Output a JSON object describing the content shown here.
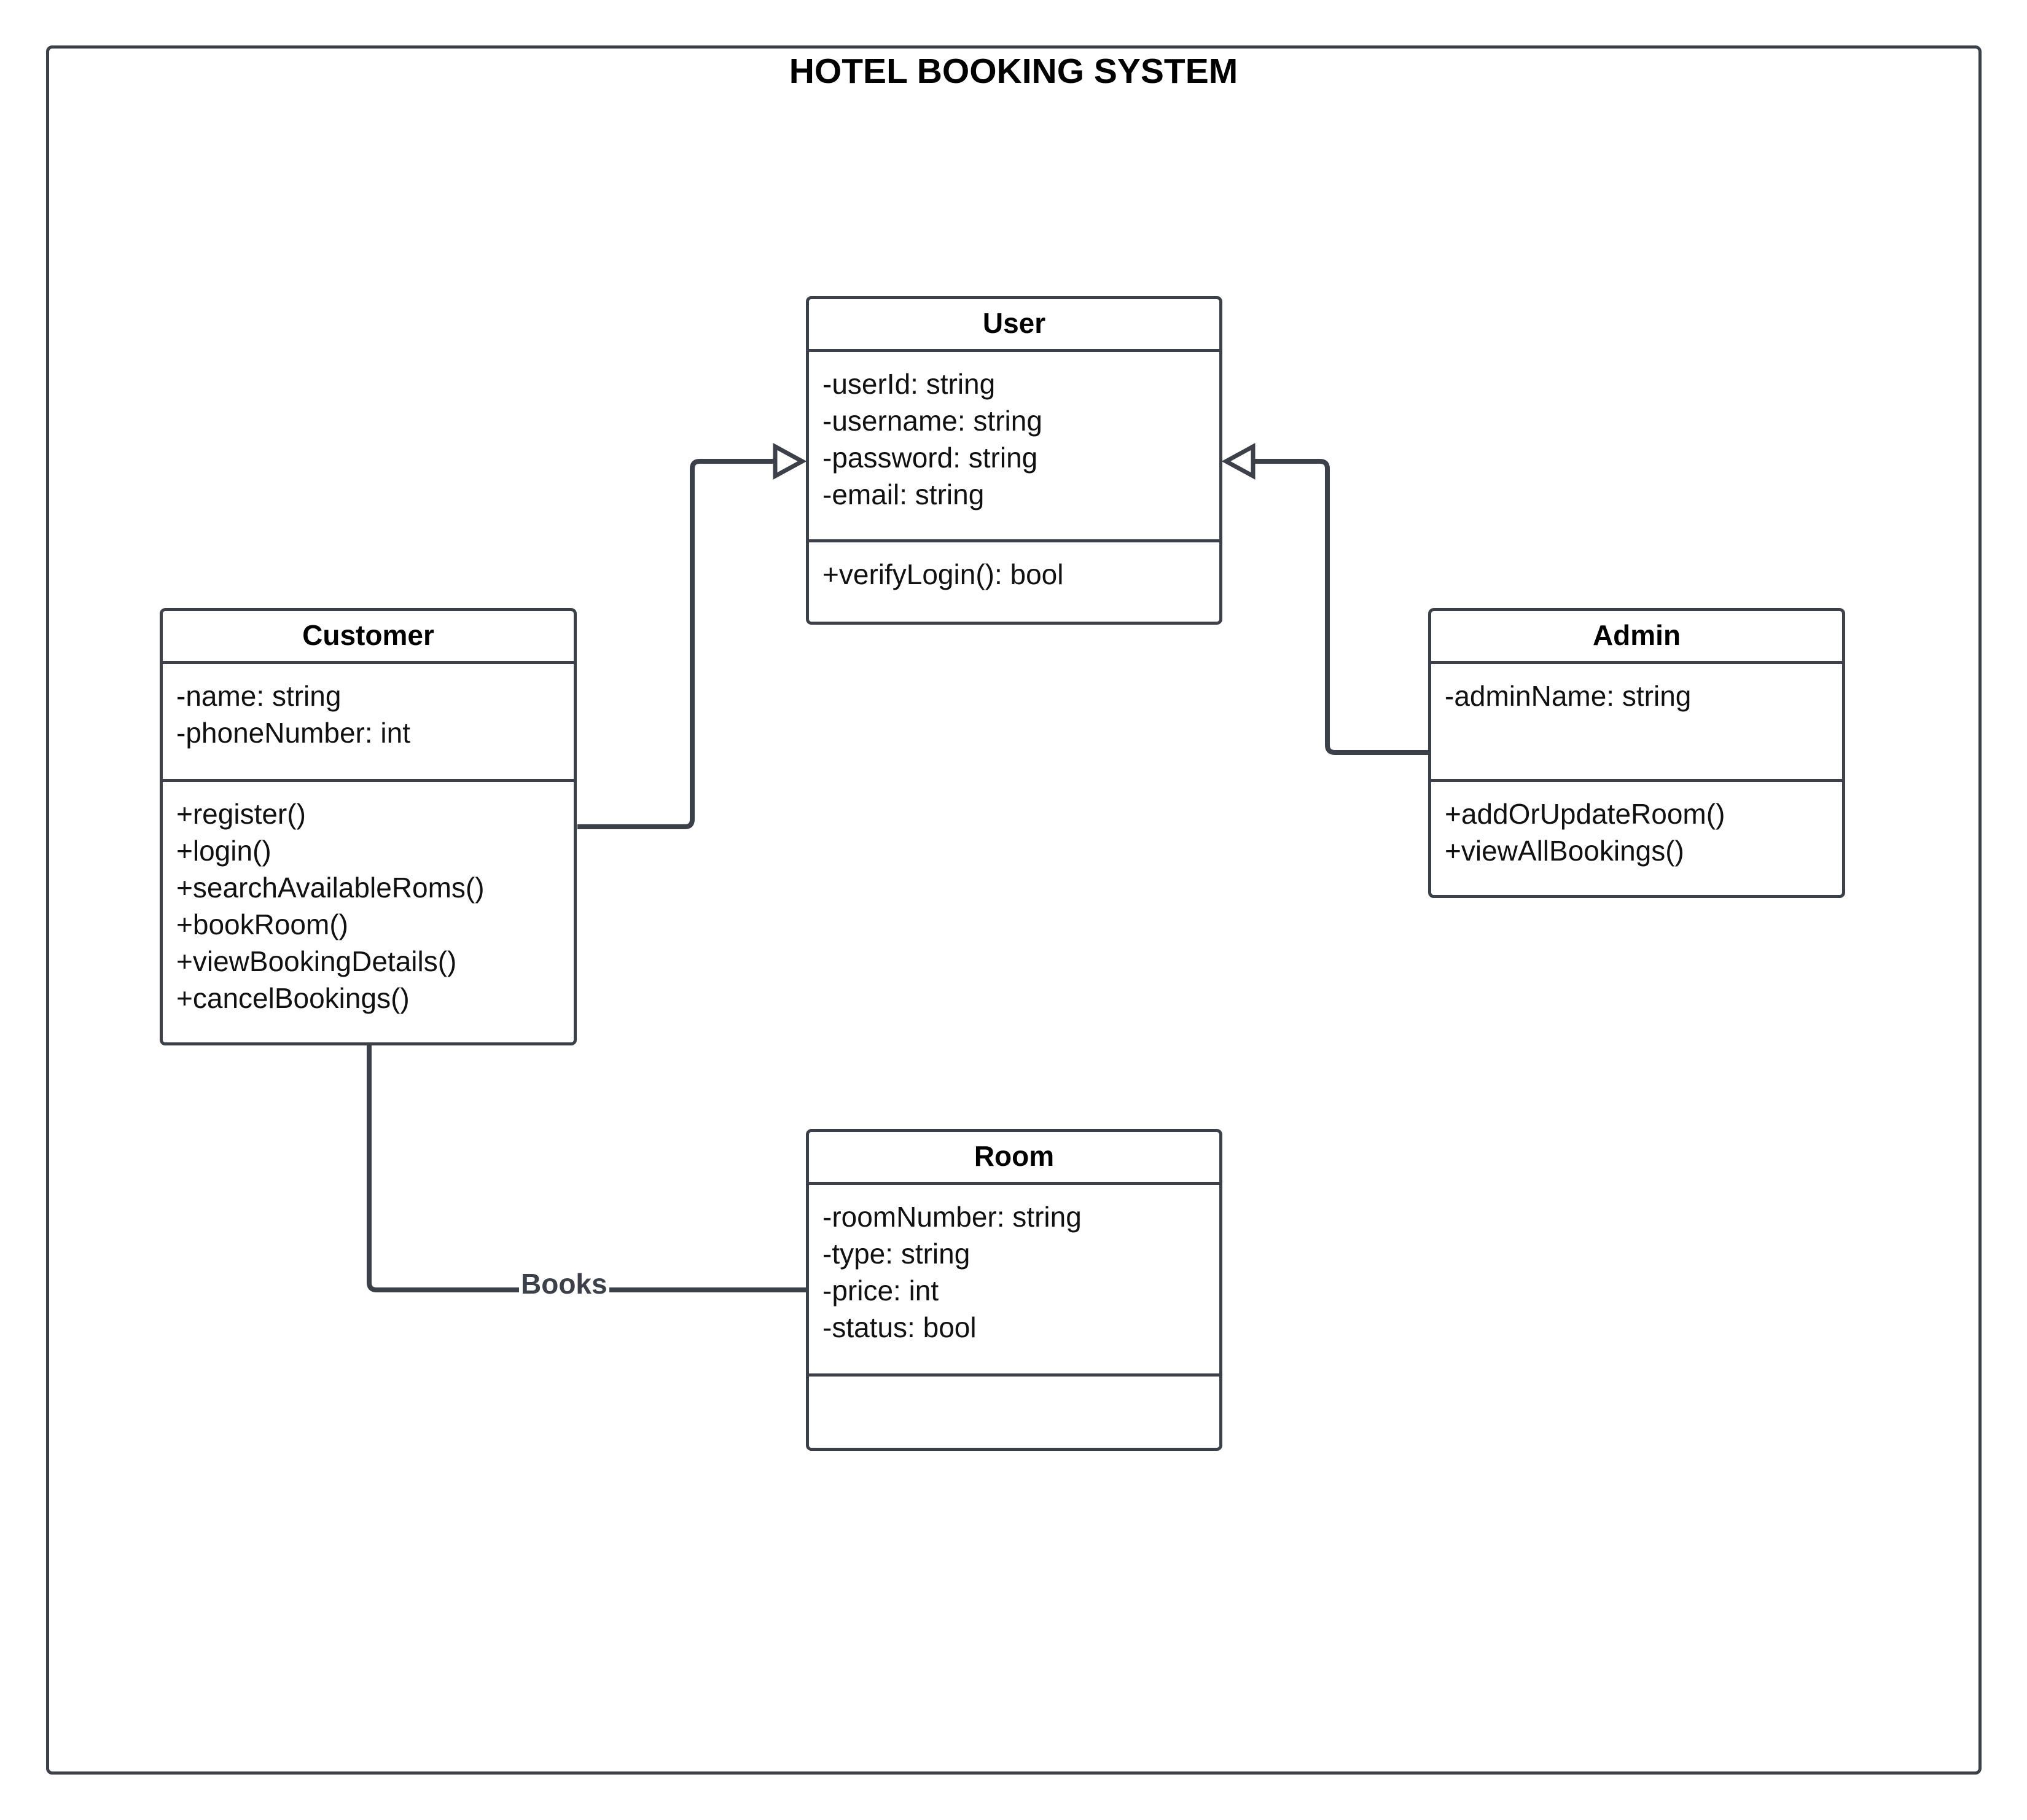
{
  "diagram": {
    "title": "HOTEL BOOKING SYSTEM",
    "colors": {
      "stroke": "#3c4048",
      "background": "#ffffff",
      "text": "#111111"
    }
  },
  "classes": {
    "user": {
      "name": "User",
      "attributes": [
        "-userId: string",
        "-username: string",
        "-password: string",
        "-email: string"
      ],
      "methods": [
        "+verifyLogin(): bool"
      ]
    },
    "customer": {
      "name": "Customer",
      "attributes": [
        "-name: string",
        "-phoneNumber: int"
      ],
      "methods": [
        "+register()",
        "+login()",
        "+searchAvailableRoms()",
        "+bookRoom()",
        "+viewBookingDetails()",
        "+cancelBookings()"
      ]
    },
    "admin": {
      "name": "Admin",
      "attributes": [
        "-adminName: string"
      ],
      "methods": [
        "+addOrUpdateRoom()",
        "+viewAllBookings()"
      ]
    },
    "room": {
      "name": "Room",
      "attributes": [
        "-roomNumber: string",
        "-type: string",
        "-price: int",
        "-status: bool"
      ],
      "methods": []
    }
  },
  "relationships": [
    {
      "type": "generalization",
      "from": "Customer",
      "to": "User",
      "label": ""
    },
    {
      "type": "generalization",
      "from": "Admin",
      "to": "User",
      "label": ""
    },
    {
      "type": "association",
      "from": "Customer",
      "to": "Room",
      "label": "Books"
    }
  ]
}
